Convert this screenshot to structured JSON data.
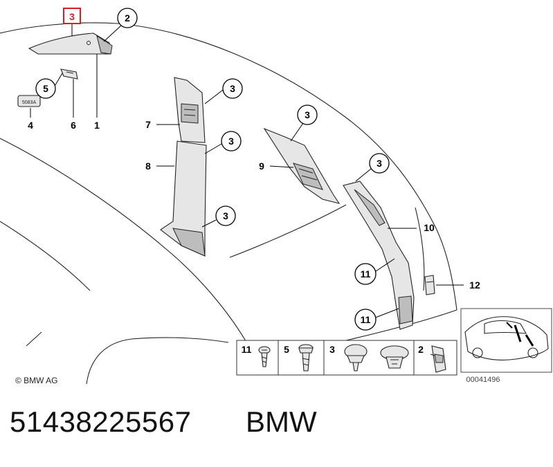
{
  "diagram": {
    "callouts": [
      {
        "id": "c3-top",
        "label": "3",
        "highlighted": true
      },
      {
        "id": "c2-top",
        "label": "2"
      },
      {
        "id": "c5",
        "label": "5"
      },
      {
        "id": "c3-b",
        "label": "3"
      },
      {
        "id": "c3-c",
        "label": "3"
      },
      {
        "id": "c3-d",
        "label": "3"
      },
      {
        "id": "c3-e",
        "label": "3"
      },
      {
        "id": "c3-f",
        "label": "3"
      },
      {
        "id": "c11-a",
        "label": "11"
      },
      {
        "id": "c11-b",
        "label": "11"
      }
    ],
    "labels": {
      "l4": "4",
      "l6": "6",
      "l1": "1",
      "l7": "7",
      "l8": "8",
      "l9": "9",
      "l10": "10",
      "l12": "12"
    },
    "legend": {
      "items": [
        "11",
        "5",
        "3",
        "2"
      ]
    },
    "badge_text": "5083A",
    "copyright": "© BMW AG",
    "drawing_number": "00041496",
    "highlight_color": "#d42020"
  },
  "footer": {
    "part_number": "51438225567",
    "brand": "BMW"
  }
}
